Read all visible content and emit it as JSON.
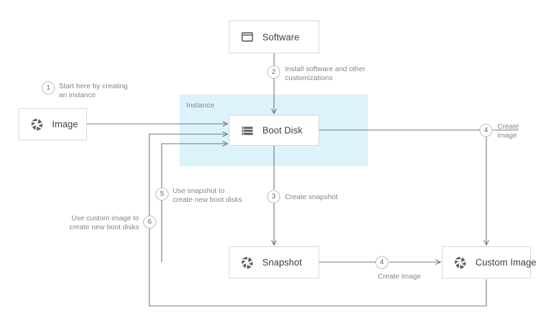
{
  "diagram": {
    "title": "Compute Engine image, boot disk, snapshot and custom image workflow",
    "panel": {
      "label": "Instance",
      "fill": "#ddf3fb"
    },
    "line_color": "#6b7275",
    "box_border": "#d4d6d8",
    "text_color": "#3c4043",
    "caption_color": "#7e868b"
  },
  "nodes": {
    "software": {
      "label": "Software",
      "icon": "window-icon"
    },
    "image": {
      "label": "Image",
      "icon": "aperture-icon"
    },
    "boot_disk": {
      "label": "Boot Disk",
      "icon": "disk-stack-icon"
    },
    "snapshot": {
      "label": "Snapshot",
      "icon": "aperture-icon"
    },
    "custom_image": {
      "label": "Custom Image",
      "icon": "aperture-icon"
    }
  },
  "steps": [
    {
      "num": "1",
      "caption": "Start here by creating\nan instance"
    },
    {
      "num": "2",
      "caption": "Install software and other\ncustomizations"
    },
    {
      "num": "3",
      "caption": "Create snapshot"
    },
    {
      "num": "4",
      "caption": "Create\nimage"
    },
    {
      "num": "4",
      "caption": "Create image"
    },
    {
      "num": "5",
      "caption": "Use snapshot to\ncreate new boot disks"
    },
    {
      "num": "6",
      "caption": "Use custom image to\ncreate new boot disks"
    }
  ]
}
